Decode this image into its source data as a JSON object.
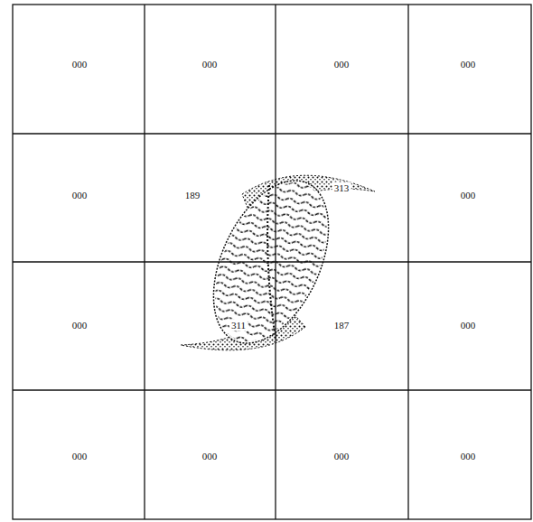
{
  "diagram": {
    "labels": [
      "000",
      "000",
      "000",
      "000",
      "000",
      "189",
      "313",
      "000",
      "000",
      "311",
      "187",
      "000",
      "000",
      "000",
      "000",
      "000"
    ]
  }
}
